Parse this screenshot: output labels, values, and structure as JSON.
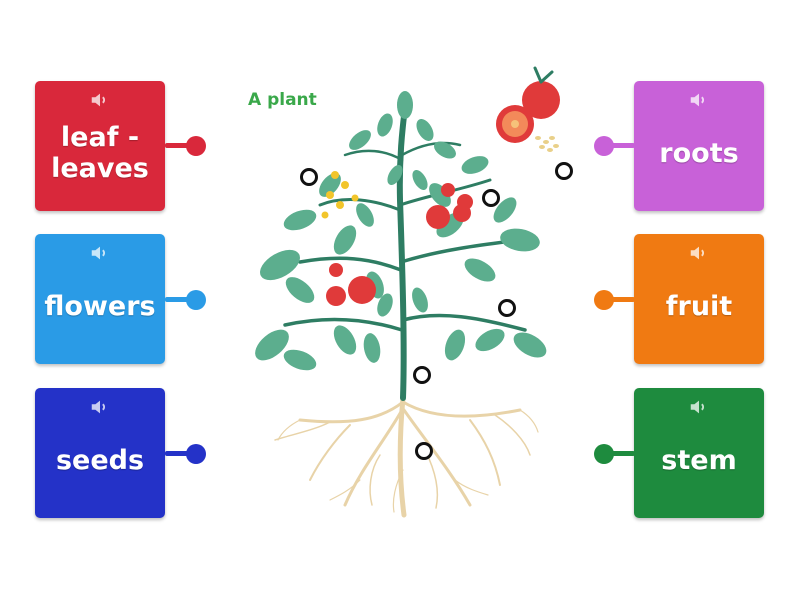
{
  "title": "A plant",
  "labels": {
    "leaf": "leaf - leaves",
    "flowers": "flowers",
    "seeds": "seeds",
    "roots": "roots",
    "fruit": "fruit",
    "stem": "stem"
  },
  "colors": {
    "leaf": "#d9283b",
    "flowers": "#2a9be6",
    "seeds": "#2432c8",
    "roots": "#c861d8",
    "fruit": "#f07a12",
    "stem": "#1e8b3e",
    "title": "#3aa84a",
    "plant_leaf": "#5cae8e",
    "plant_stem": "#2e7d63",
    "tomato": "#e03a3a",
    "root": "#e8d3a8"
  },
  "icons": {
    "card_icon": "speaker-icon",
    "target_icon": "target-ring-icon"
  }
}
